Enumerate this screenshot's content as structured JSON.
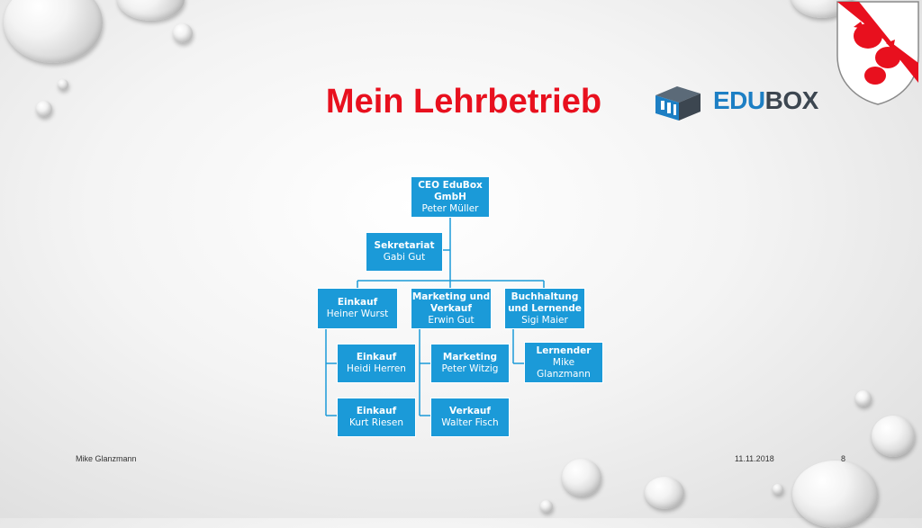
{
  "slide": {
    "title": "Mein Lehrbetrieb",
    "logo": {
      "part1": "EDU",
      "part2": "BOX"
    },
    "footer": {
      "author": "Mike Glanzmann",
      "date": "11.11.2018",
      "page": "8"
    }
  },
  "org": {
    "ceo": {
      "title": "CEO EduBox GmbH",
      "name": "Peter Müller"
    },
    "sekretariat": {
      "title": "Sekretariat",
      "name": "Gabi Gut"
    },
    "einkauf": {
      "title": "Einkauf",
      "name": "Heiner Wurst"
    },
    "marketing": {
      "title": "Marketing und Verkauf",
      "name": "Erwin Gut"
    },
    "buchhaltung": {
      "title": "Buchhaltung und Lernende",
      "name": "Sigi Maier"
    },
    "einkauf1": {
      "title": "Einkauf",
      "name": "Heidi Herren"
    },
    "einkauf2": {
      "title": "Einkauf",
      "name": "Kurt Riesen"
    },
    "marketing1": {
      "title": "Marketing",
      "name": "Peter Witzig"
    },
    "verkauf1": {
      "title": "Verkauf",
      "name": "Walter Fisch"
    },
    "lernender": {
      "title": "Lernender",
      "name": "Mike Glanzmann"
    }
  },
  "colors": {
    "title": "#e8101e",
    "box": "#1b9ad8",
    "connector": "#1b9ad8"
  }
}
